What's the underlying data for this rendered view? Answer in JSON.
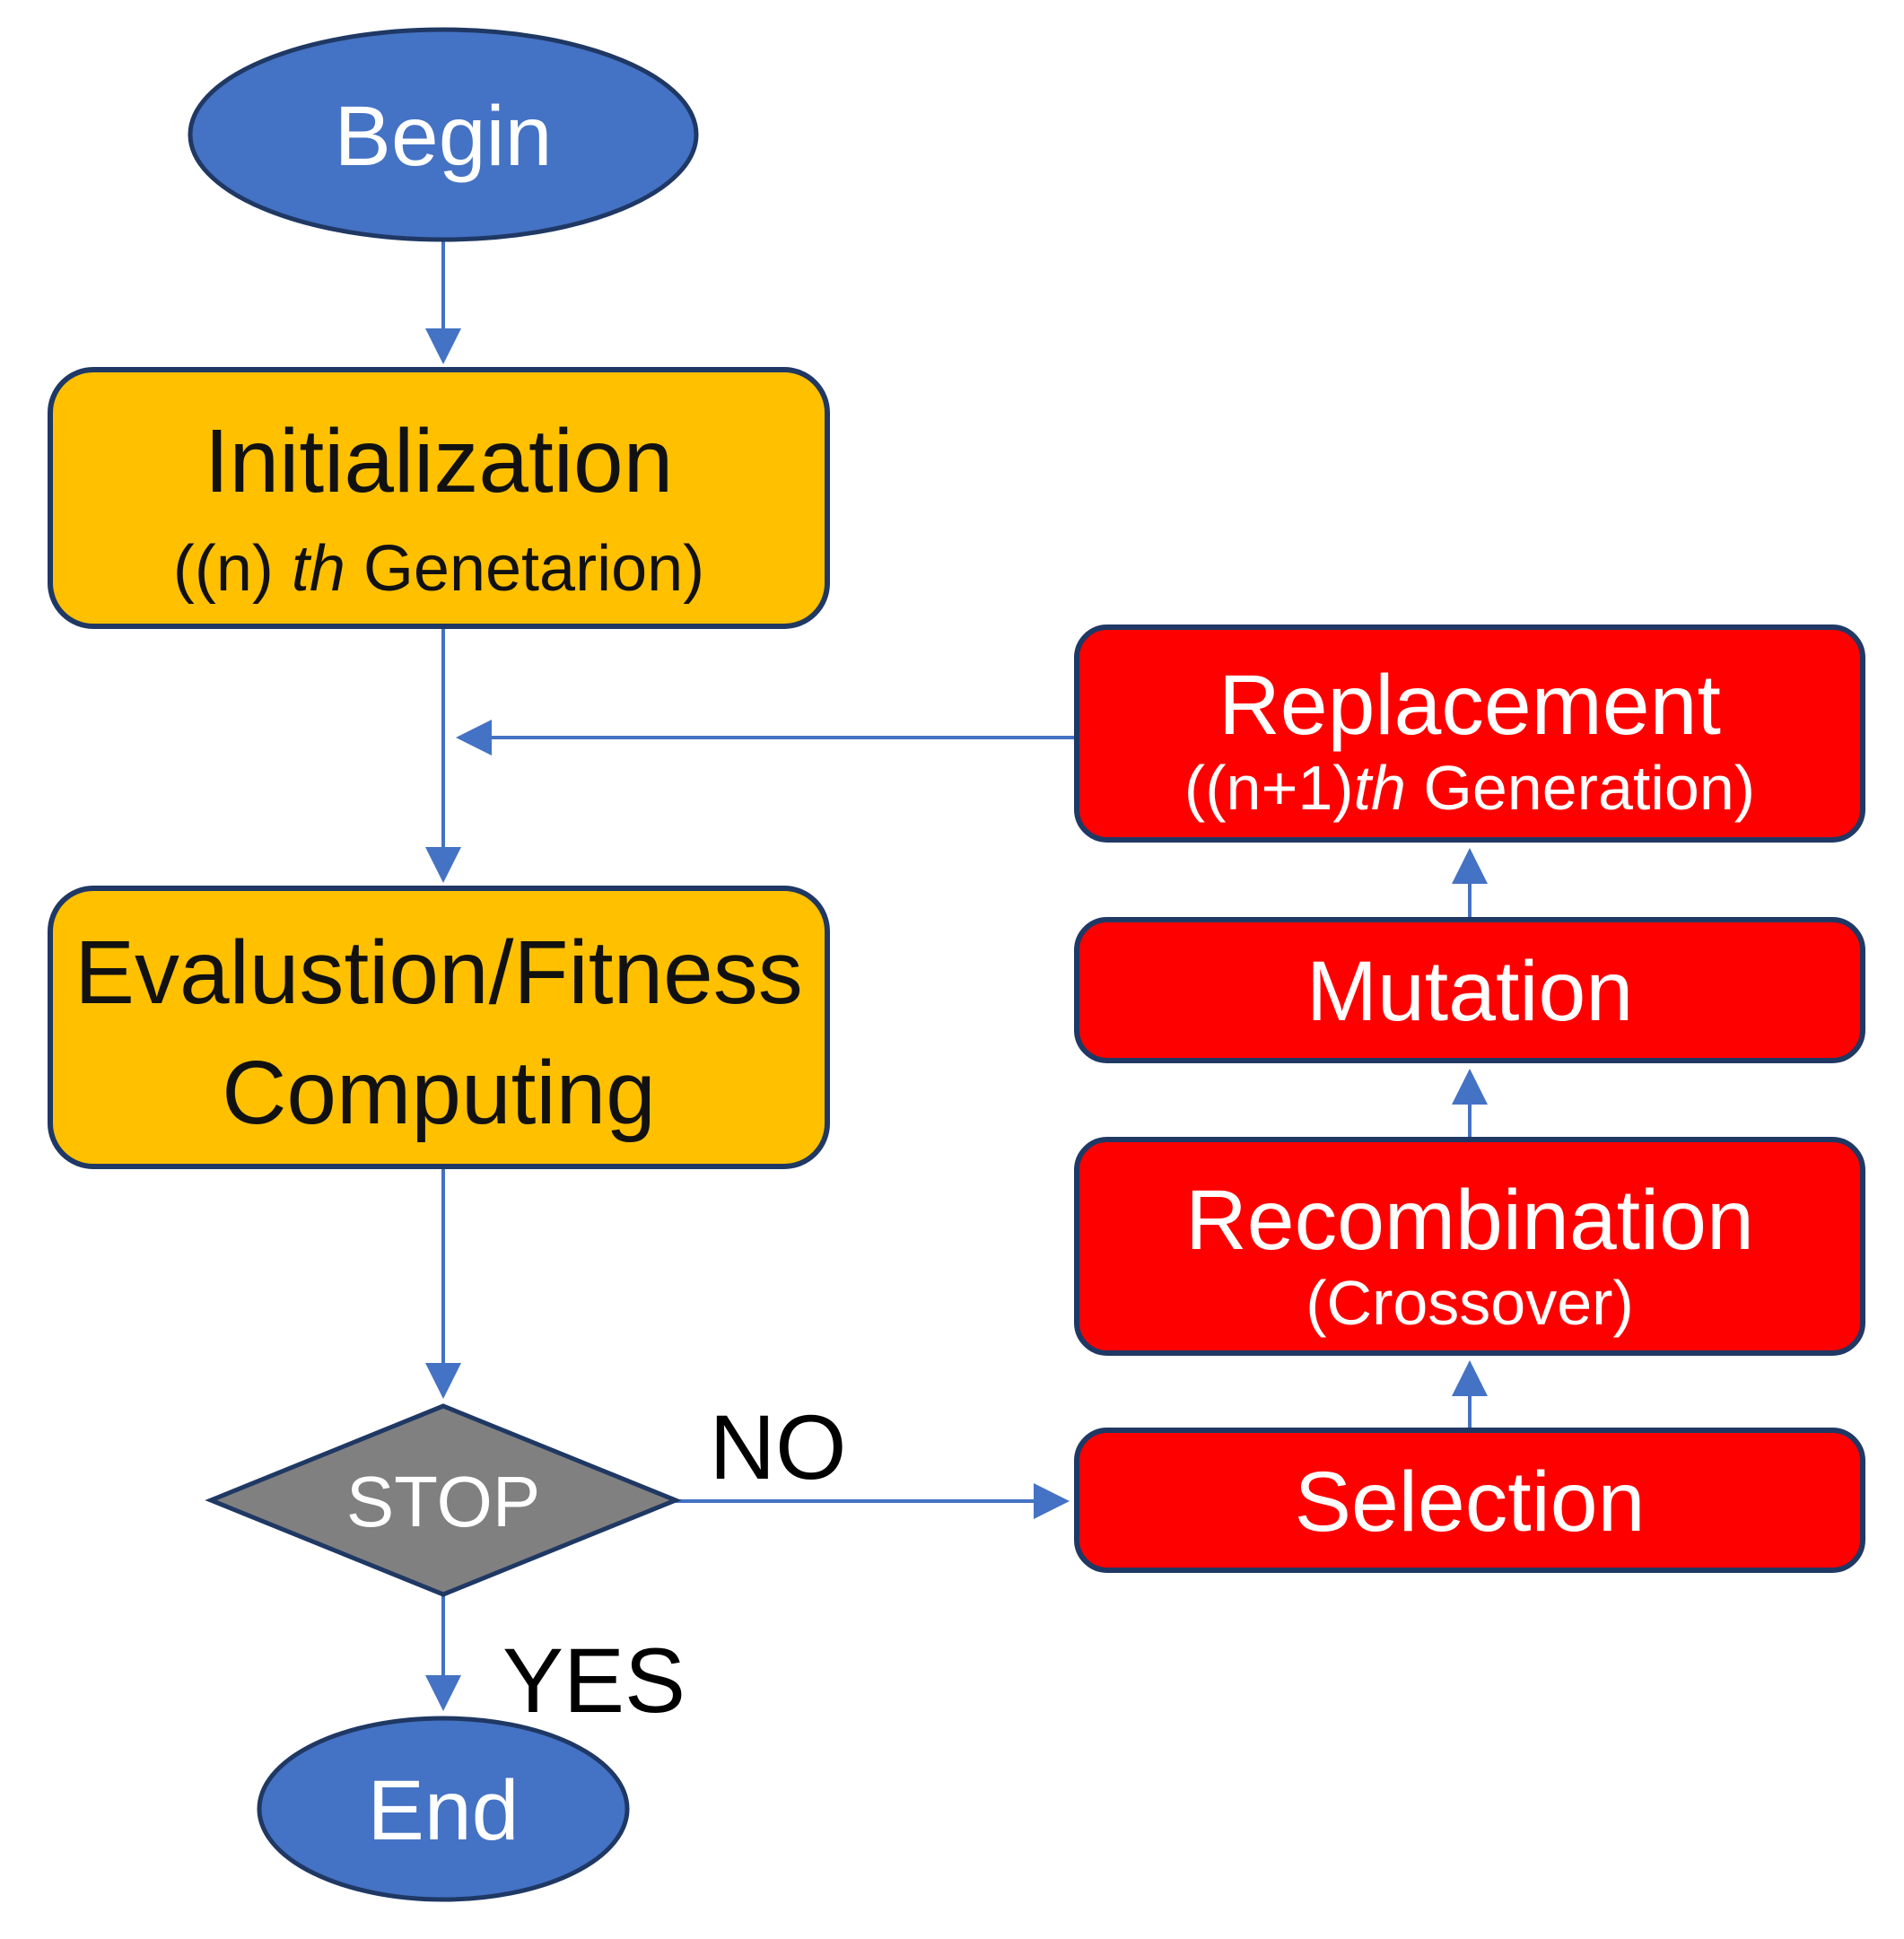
{
  "diagram": {
    "kind": "flowchart",
    "subject": "Genetic Algorithm process flow"
  },
  "colors": {
    "node_blue": "#4472C4",
    "node_yellow": "#FFC000",
    "node_red": "#FF0000",
    "node_gray": "#808080",
    "border_navy": "#1F3864",
    "arrow_blue": "#4472C4",
    "text_white": "#FFFFFF",
    "text_black": "#111111"
  },
  "nodes": {
    "begin": {
      "label": "Begin"
    },
    "initialization": {
      "label": "Initialization",
      "sub_prefix": "((n) ",
      "sub_italic": "th",
      "sub_suffix": " Genetarion)"
    },
    "evaluation": {
      "label_line1": "Evalustion/Fitness",
      "label_line2": "Computing"
    },
    "stop": {
      "label": "STOP"
    },
    "end": {
      "label": "End"
    },
    "selection": {
      "label": "Selection"
    },
    "recombination": {
      "label": "Recombination",
      "sub": "(Crossover)"
    },
    "mutation": {
      "label": "Mutation"
    },
    "replacement": {
      "label": "Replacement",
      "sub_prefix": "((n+1)",
      "sub_italic": "th",
      "sub_suffix": " Generation)"
    }
  },
  "edges": {
    "no_label": "NO",
    "yes_label": "YES"
  }
}
